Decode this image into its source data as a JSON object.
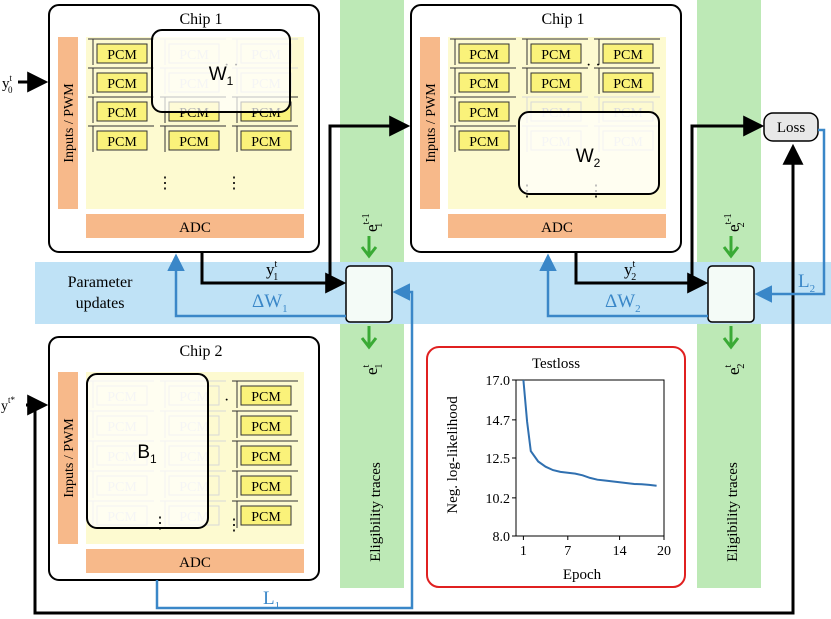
{
  "chips": [
    {
      "title": "Chip 1",
      "io_label": "Inputs / PWM",
      "adc_label": "ADC",
      "cell_label": "PCM",
      "weight_label": "W",
      "weight_sub": "1"
    },
    {
      "title": "Chip 1",
      "io_label": "Inputs / PWM",
      "adc_label": "ADC",
      "cell_label": "PCM",
      "weight_label": "W",
      "weight_sub": "2"
    },
    {
      "title": "Chip 2",
      "io_label": "Inputs / PWM",
      "adc_label": "ADC",
      "cell_label": "PCM",
      "weight_label": "B",
      "weight_sub": "1"
    }
  ],
  "eligibility_label": "Eligibility traces",
  "param_updates": [
    "Parameter",
    "updates"
  ],
  "loss_label": "Loss",
  "signals": {
    "y0": {
      "base": "y",
      "sup": "t",
      "sub": "0"
    },
    "y1": {
      "base": "y",
      "sup": "t",
      "sub": "1"
    },
    "y2": {
      "base": "y",
      "sup": "t",
      "sub": "2"
    },
    "ystar": {
      "base": "y",
      "sup": "t*"
    },
    "e1_prev": {
      "base": "e",
      "sup": "t-1",
      "sub": "1"
    },
    "e2_prev": {
      "base": "e",
      "sup": "t-1",
      "sub": "2"
    },
    "e1": {
      "base": "e",
      "sup": "t",
      "sub": "1"
    },
    "e2": {
      "base": "e",
      "sup": "t",
      "sub": "2"
    },
    "dW1": {
      "base": "ΔW",
      "sub": "1"
    },
    "dW2": {
      "base": "ΔW",
      "sub": "2"
    },
    "L1": {
      "base": "L",
      "sub": "1"
    },
    "L2": {
      "base": "L",
      "sub": "2"
    }
  },
  "colors": {
    "blue": "#3a87c8",
    "green": "#3aaa35",
    "orange": "#f7b98a",
    "yellow": "#fdfad0",
    "band": "#bfe2f6",
    "elig": "#bde9b6",
    "red": "#e02020",
    "line": "#3070b0"
  },
  "chart_data": {
    "type": "line",
    "title": "Testloss",
    "xlabel": "Epoch",
    "ylabel": "Neg. log-likelihood",
    "xlim": [
      0,
      20
    ],
    "ylim": [
      8.0,
      17.0
    ],
    "xticks": [
      "1",
      "7",
      "14",
      "20"
    ],
    "yticks": [
      "8.0",
      "10.2",
      "12.5",
      "14.7",
      "17.0"
    ],
    "x": [
      1,
      1.5,
      2,
      3,
      4,
      5,
      6,
      7,
      8,
      9,
      10,
      11,
      12,
      13,
      14,
      15,
      16,
      17,
      18,
      19
    ],
    "values": [
      17.0,
      14.6,
      12.9,
      12.3,
      12.0,
      11.8,
      11.7,
      11.65,
      11.6,
      11.5,
      11.35,
      11.25,
      11.2,
      11.15,
      11.1,
      11.05,
      11.0,
      10.98,
      10.95,
      10.9
    ]
  }
}
